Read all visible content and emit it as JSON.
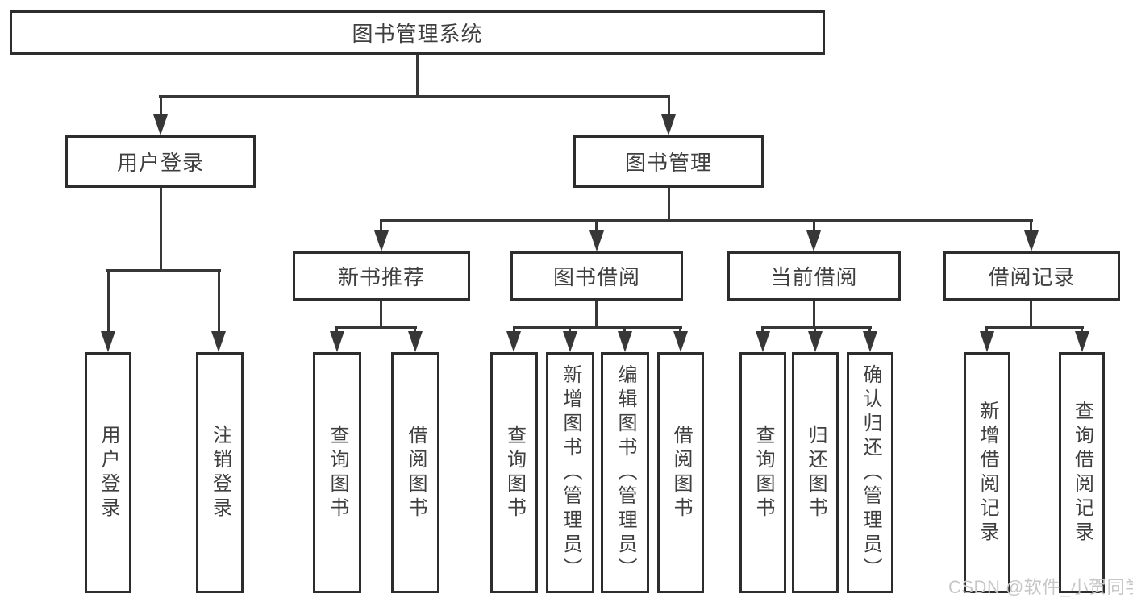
{
  "tree": {
    "root": {
      "label": "图书管理系统"
    },
    "branches": [
      {
        "label": "用户登录",
        "leaves": [
          {
            "label": "用户登录"
          },
          {
            "label": "注销登录"
          }
        ]
      },
      {
        "label": "图书管理",
        "groups": [
          {
            "label": "新书推荐",
            "leaves": [
              {
                "label": "查询图书"
              },
              {
                "label": "借阅图书"
              }
            ]
          },
          {
            "label": "图书借阅",
            "leaves": [
              {
                "label": "查询图书"
              },
              {
                "label": "新增图书（管理员）"
              },
              {
                "label": "编辑图书（管理员）"
              },
              {
                "label": "借阅图书"
              }
            ]
          },
          {
            "label": "当前借阅",
            "leaves": [
              {
                "label": "查询图书"
              },
              {
                "label": "归还图书"
              },
              {
                "label": "确认归还（管理员）"
              }
            ]
          },
          {
            "label": "借阅记录",
            "leaves": [
              {
                "label": "新增借阅记录"
              },
              {
                "label": "查询借阅记录"
              }
            ]
          }
        ]
      }
    ]
  },
  "watermark": {
    "text": "CSDN @软件_小贺同学"
  },
  "colors": {
    "box_border": "#2d2d2d",
    "connector_line": "#373737",
    "text": "#3f3f3f",
    "background": "#ffffff",
    "watermark": "#c7c7c7"
  }
}
